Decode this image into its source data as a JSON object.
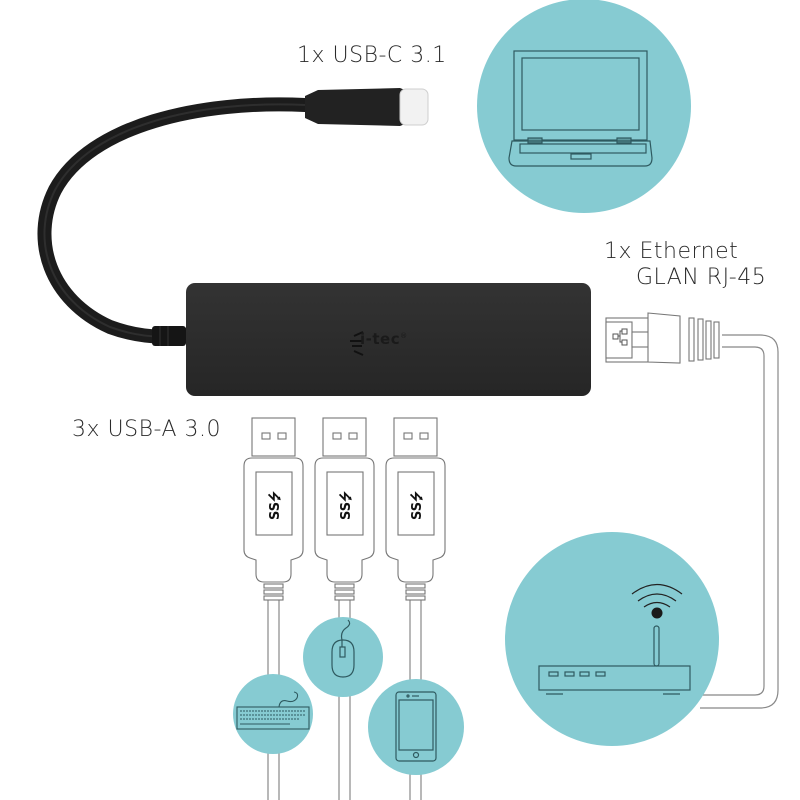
{
  "labels": {
    "usb_c": "1x USB-C 3.1",
    "ethernet_line1": "1x Ethernet",
    "ethernet_line2": "GLAN RJ-45",
    "usb_a": "3x USB-A 3.0"
  },
  "hub": {
    "brand": "i-tec",
    "brand_mark": "®"
  },
  "devices": [
    {
      "name": "laptop",
      "icon": "laptop-icon"
    },
    {
      "name": "router",
      "icon": "wifi-router-icon"
    },
    {
      "name": "keyboard",
      "icon": "keyboard-icon"
    },
    {
      "name": "mouse",
      "icon": "mouse-icon"
    },
    {
      "name": "smartphone",
      "icon": "smartphone-icon"
    }
  ],
  "connectors": [
    {
      "type": "usb-c",
      "icon": "usb-c-plug-icon"
    },
    {
      "type": "rj45",
      "icon": "ethernet-plug-icon"
    },
    {
      "type": "usb-a",
      "icon": "usb-a-plug-icon",
      "logo": "SS usb superspeed",
      "count": 3
    }
  ],
  "colors": {
    "circle_fill": "#86cbd2",
    "icon_stroke": "#2f5a60",
    "outline": "#6a6a6a",
    "hub_body": "#2b2b2b",
    "cable": "#1c1c1c",
    "text": "#2a2a2a"
  }
}
